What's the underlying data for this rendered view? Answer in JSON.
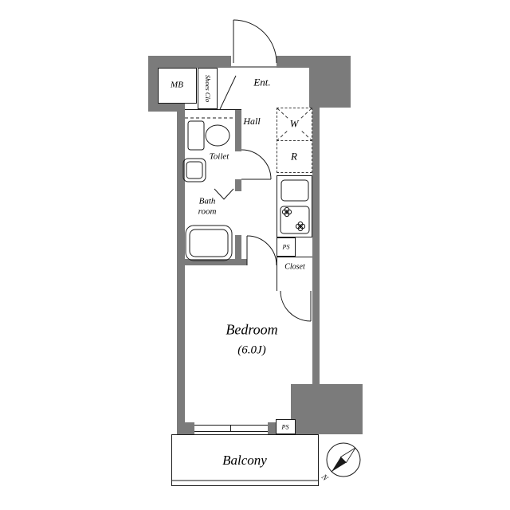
{
  "document_type": "apartment floor plan",
  "colors": {
    "wall": "#7b7b7b",
    "line": "#1a1a1a",
    "background": "#ffffff"
  },
  "labels": {
    "mb": "MB",
    "shoes_closet": "Shoes Clo",
    "entrance": "Ent.",
    "hall": "Hall",
    "washer": "W",
    "fridge": "R",
    "toilet": "Toilet",
    "bathroom": "Bath\nroom",
    "ps_upper": "PS",
    "closet": "Closet",
    "bedroom_name": "Bedroom",
    "bedroom_size": "(6.0J)",
    "ps_lower": "PS",
    "balcony": "Balcony",
    "compass_north": "N"
  }
}
